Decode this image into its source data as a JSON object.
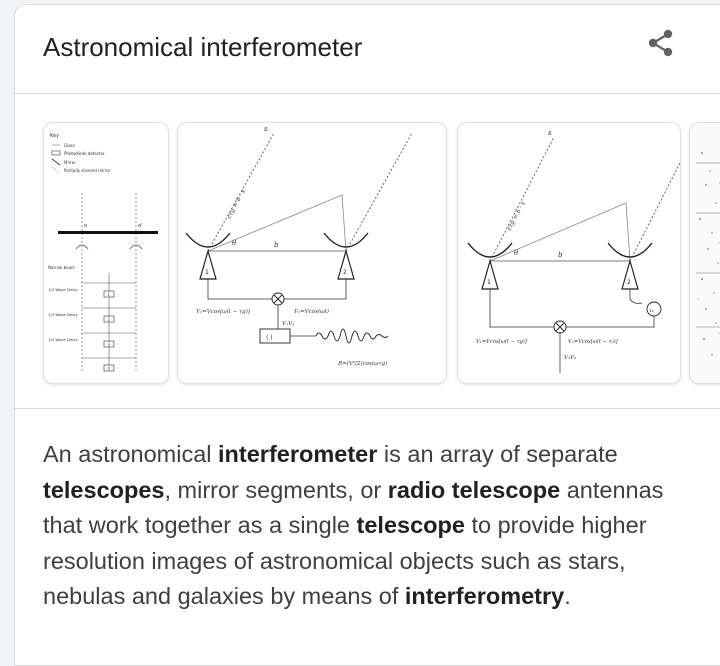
{
  "header": {
    "title": "Astronomical interferometer",
    "share_icon": "share-icon"
  },
  "gallery": {
    "thumb1": {
      "key_title": "Key",
      "key_items": [
        "Glass",
        "Photodiode detector",
        "Mirror",
        "Partially silvered mirror"
      ],
      "label_o": "o",
      "label_o_prime": "o'",
      "narrow_beam": "Narrow beam",
      "wave_delay": [
        "1/4 Wave Delay",
        "1/4 Wave Delay",
        "1/4 Wave Delay"
      ],
      "detector_numbers": [
        "1",
        "2",
        "3",
        "4"
      ]
    },
    "thumb2": {
      "ant1": "1",
      "ant2": "2",
      "s_label": "s",
      "b_label": "b",
      "theta": "θ",
      "delay_label": "cτg = b · s",
      "v1": "V₁=Vcos[ω(t − τg)]",
      "v2": "V₂=Vcos(ωt)",
      "v1v2": "V₁V₂",
      "avg": "⟨ ⟩",
      "result": "R=(V²/2)cos(ωτg)"
    },
    "thumb3": {
      "ant1": "1",
      "ant2": "2",
      "s_label": "s",
      "b_label": "b",
      "theta": "θ",
      "delay_label": "cτg = b · s",
      "tau0": "τ₀",
      "v1": "V₁=Vcos[ω(t − τg)]",
      "v2": "V₂=Vcos[ω(t − τ₀)]",
      "v1v2": "V₁V₂"
    }
  },
  "description": {
    "p1": "An astronomical ",
    "b1": "interferometer",
    "p2": " is an array of separate ",
    "b2": "telescopes",
    "p3": ", mirror segments, or ",
    "b3": "radio telescope",
    "p4": " antennas that work together as a single ",
    "b4": "telescope",
    "p5": " to provide higher resolution images of astronomical objects such as stars, nebulas and galaxies by means of ",
    "b5": "interferometry",
    "p6": "."
  }
}
